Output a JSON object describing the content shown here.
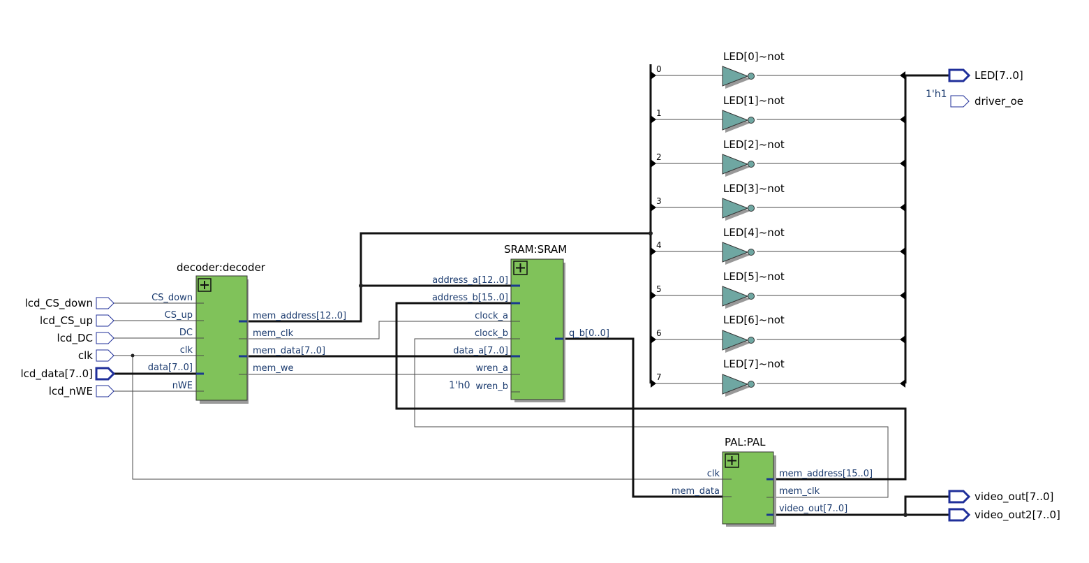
{
  "inputs": [
    {
      "name": "lcd_CS_down",
      "bus": false
    },
    {
      "name": "lcd_CS_up",
      "bus": false
    },
    {
      "name": "lcd_DC",
      "bus": false
    },
    {
      "name": "clk",
      "bus": false
    },
    {
      "name": "lcd_data[7..0]",
      "bus": true
    },
    {
      "name": "lcd_nWE",
      "bus": false
    }
  ],
  "decoder": {
    "title": "decoder:decoder",
    "inputs": [
      "CS_down",
      "CS_up",
      "DC",
      "clk",
      "data[7..0]",
      "nWE"
    ],
    "outputs": [
      "mem_address[12..0]",
      "mem_clk",
      "mem_data[7..0]",
      "mem_we"
    ]
  },
  "sram": {
    "title": "SRAM:SRAM",
    "inputs": [
      "address_a[12..0]",
      "address_b[15..0]",
      "clock_a",
      "clock_b",
      "data_a[7..0]",
      "wren_a",
      "wren_b"
    ],
    "outputs": [
      "q_b[0..0]"
    ],
    "wren_b_const": "1'h0"
  },
  "pal": {
    "title": "PAL:PAL",
    "inputs": [
      "clk",
      "mem_data"
    ],
    "outputs": [
      "mem_address[15..0]",
      "mem_clk",
      "video_out[7..0]"
    ]
  },
  "not_gates": [
    "LED[0]~not",
    "LED[1]~not",
    "LED[2]~not",
    "LED[3]~not",
    "LED[4]~not",
    "LED[5]~not",
    "LED[6]~not",
    "LED[7]~not"
  ],
  "bit_indices": [
    "0",
    "1",
    "2",
    "3",
    "4",
    "5",
    "6",
    "7"
  ],
  "outputs": {
    "led": "LED[7..0]",
    "driver_oe": "driver_oe",
    "driver_oe_const": "1'h1",
    "video_out": "video_out[7..0]",
    "video_out2": "video_out2[7..0]"
  },
  "colors": {
    "block_fill": "#80c25a",
    "gate_fill": "#6fa7a2",
    "pin_stroke": "#1f2f9a"
  }
}
